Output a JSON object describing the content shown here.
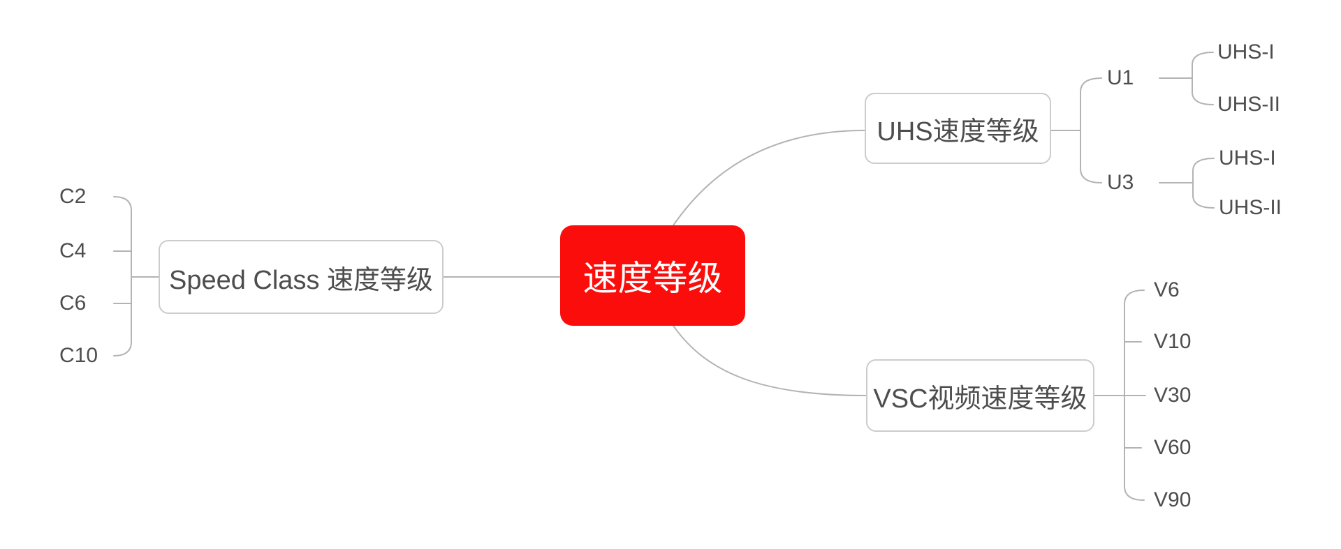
{
  "root": {
    "label": "速度等级"
  },
  "branches": {
    "speed_class": {
      "label": "Speed Class 速度等级",
      "children": [
        {
          "label": "C2"
        },
        {
          "label": "C4"
        },
        {
          "label": "C6"
        },
        {
          "label": "C10"
        }
      ]
    },
    "uhs": {
      "label": "UHS速度等级",
      "children": [
        {
          "label": "U1",
          "children": [
            {
              "label": "UHS-I"
            },
            {
              "label": "UHS-II"
            }
          ]
        },
        {
          "label": "U3",
          "children": [
            {
              "label": "UHS-I"
            },
            {
              "label": "UHS-II"
            }
          ]
        }
      ]
    },
    "vsc": {
      "label": "VSC视频速度等级",
      "children": [
        {
          "label": "V6"
        },
        {
          "label": "V10"
        },
        {
          "label": "V30"
        },
        {
          "label": "V60"
        },
        {
          "label": "V90"
        }
      ]
    }
  },
  "colors": {
    "root_background": "#fb0d0b",
    "root_text": "#ffffff",
    "node_text": "#4d4d4d",
    "node_border": "#cccccc",
    "connector_line": "#b3b3b3",
    "page_background": "#ffffff"
  }
}
